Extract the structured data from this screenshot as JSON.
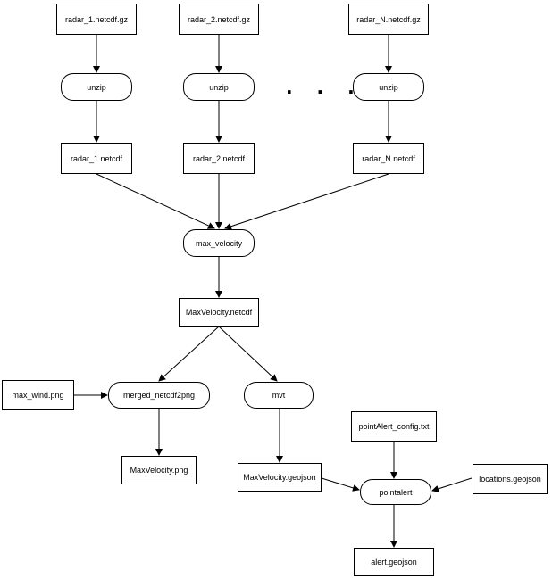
{
  "files": {
    "radar1_gz": "radar_1.netcdf.gz",
    "radar2_gz": "radar_2.netcdf.gz",
    "radarN_gz": "radar_N.netcdf.gz",
    "radar1_nc": "radar_1.netcdf",
    "radar2_nc": "radar_2.netcdf",
    "radarN_nc": "radar_N.netcdf",
    "maxvel_nc": "MaxVelocity.netcdf",
    "max_wind_png": "max_wind.png",
    "maxvel_png": "MaxVelocity.png",
    "maxvel_geojson": "MaxVelocity.geojson",
    "pointalert_config": "pointAlert_config.txt",
    "locations_geojson": "locations.geojson",
    "alert_geojson": "alert.geojson"
  },
  "processes": {
    "unzip1": "unzip",
    "unzip2": "unzip",
    "unzipN": "unzip",
    "max_velocity": "max_velocity",
    "merged_netcdf2png": "merged_netcdf2png",
    "mvt": "mvt",
    "pointalert": "pointalert"
  },
  "ellipsis": ". . ."
}
